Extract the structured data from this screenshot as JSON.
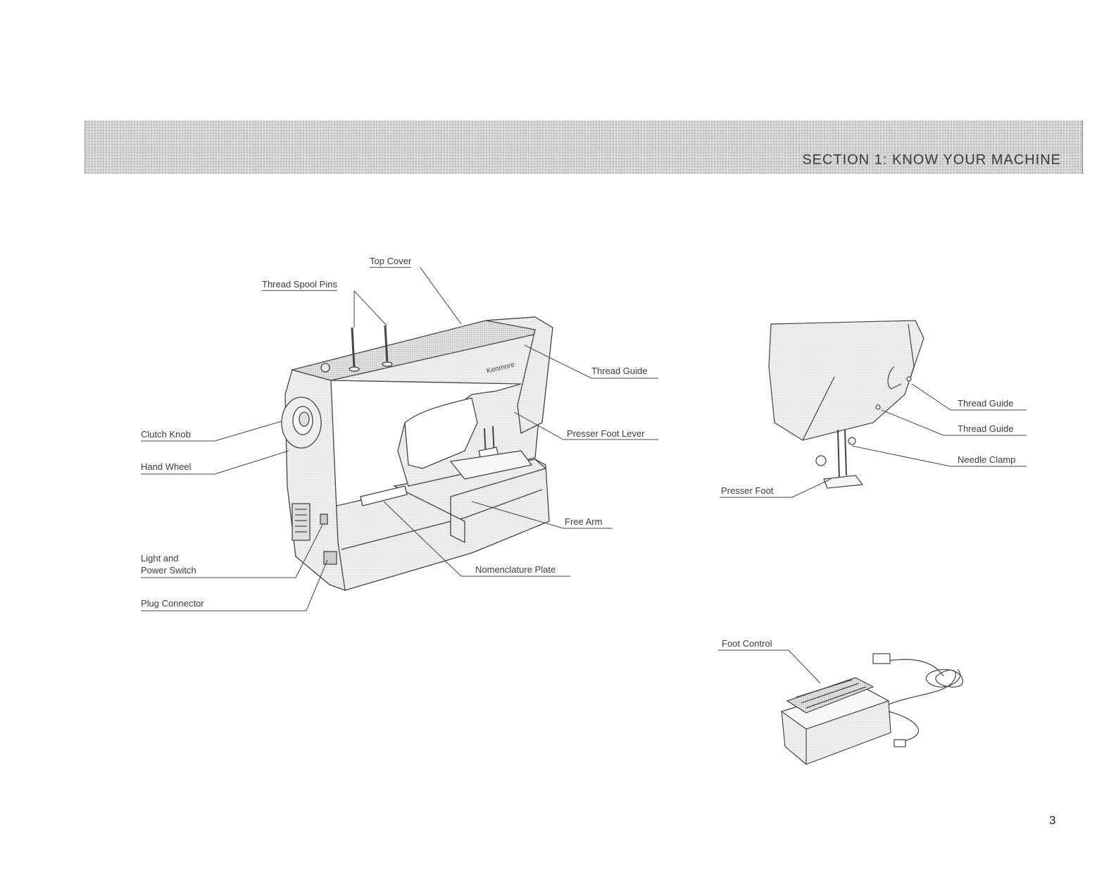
{
  "section_title": "SECTION 1:   KNOW YOUR MACHINE",
  "labels": {
    "top_cover": "Top Cover",
    "thread_spool_pins": "Thread Spool Pins",
    "thread_guide_main": "Thread Guide",
    "clutch_knob": "Clutch Knob",
    "presser_foot_lever": "Presser Foot Lever",
    "hand_wheel": "Hand Wheel",
    "free_arm": "Free Arm",
    "light_and": "Light and",
    "power_switch": "Power Switch",
    "nomenclature_plate": "Nomenclature Plate",
    "plug_connector": "Plug Connector",
    "thread_guide_1": "Thread Guide",
    "thread_guide_2": "Thread Guide",
    "needle_clamp": "Needle Clamp",
    "presser_foot": "Presser Foot",
    "foot_control": "Foot Control"
  },
  "brand_mark": "Kenmore",
  "page_number": "3"
}
